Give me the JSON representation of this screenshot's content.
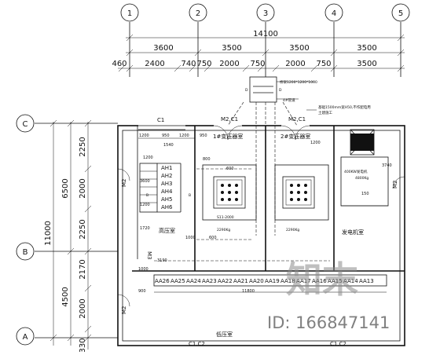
{
  "axes_top": [
    "1",
    "2",
    "3",
    "4",
    "5"
  ],
  "axes_left": [
    "C",
    "B",
    "A"
  ],
  "dims_top_total": "14100",
  "dims_top_row1": [
    "3600",
    "3500",
    "3500",
    "3500"
  ],
  "dims_top_row2": [
    "460",
    "2400",
    "740",
    "750",
    "2000",
    "750",
    "2000",
    "750",
    "3500"
  ],
  "dims_left_outer": [
    "6500",
    "4500"
  ],
  "dims_left_total": "11000",
  "dims_left_inner": [
    "2250",
    "2000",
    "2250",
    "2170",
    "2000",
    "330"
  ],
  "rooms": {
    "high_voltage": "高压室",
    "transformer_1": "1#变压器室",
    "transformer_2": "2#变压器室",
    "generator": "发电机室",
    "low_voltage": "低压室"
  },
  "equipment": {
    "ah_panels": [
      "AH1",
      "AH2",
      "AH3",
      "AH4",
      "AH5",
      "AH6"
    ],
    "aa_panels": [
      "AA26",
      "AA25",
      "AA24",
      "AA23",
      "AA22",
      "AA21",
      "AA20",
      "AA19",
      "AA18",
      "AA17",
      "AA16",
      "AA15",
      "AA14",
      "AA13"
    ],
    "transformer_1_spec": "S11-2000",
    "transformer_1_weight": "2290Kg",
    "transformer_2_weight": "2290Kg",
    "generator_spec": "400KW发电机",
    "generator_weight": "4800Kg",
    "tray_1": "桥架1200*1200*1000",
    "note_1": "4#管道",
    "note_2": "基础1500mm宽H50,不作配电用",
    "note_3": "土建施工"
  },
  "door_tags": {
    "m2_c1_a": "M2,C1",
    "m2_c1_b": "M2,C1",
    "c1_top": "C1",
    "m2_left_1": "M2",
    "m2_left_2": "M2",
    "m2_right": "M2",
    "m3": "M3",
    "c1_c2_a": "C1.C2",
    "c1_c2_b": "C1.C2"
  },
  "inner_dims": {
    "d1": "1200",
    "d2": "950",
    "d3": "1200",
    "d4": "950",
    "d5": "1200",
    "d6": "1540",
    "d7": "1200",
    "d8": "3740",
    "d9": "3600",
    "d10": "1200",
    "d11": "800",
    "d12": "600",
    "d13": "600",
    "d14": "3190",
    "d15": "1000",
    "d16": "900",
    "d17": "1720",
    "d18": "1000",
    "d19": "11800",
    "d20": "150"
  },
  "letters": {
    "b": "B",
    "d": "D",
    "b2": "B",
    "d2": "D"
  },
  "watermark": {
    "text": "知末",
    "id": "ID: 166847141"
  }
}
